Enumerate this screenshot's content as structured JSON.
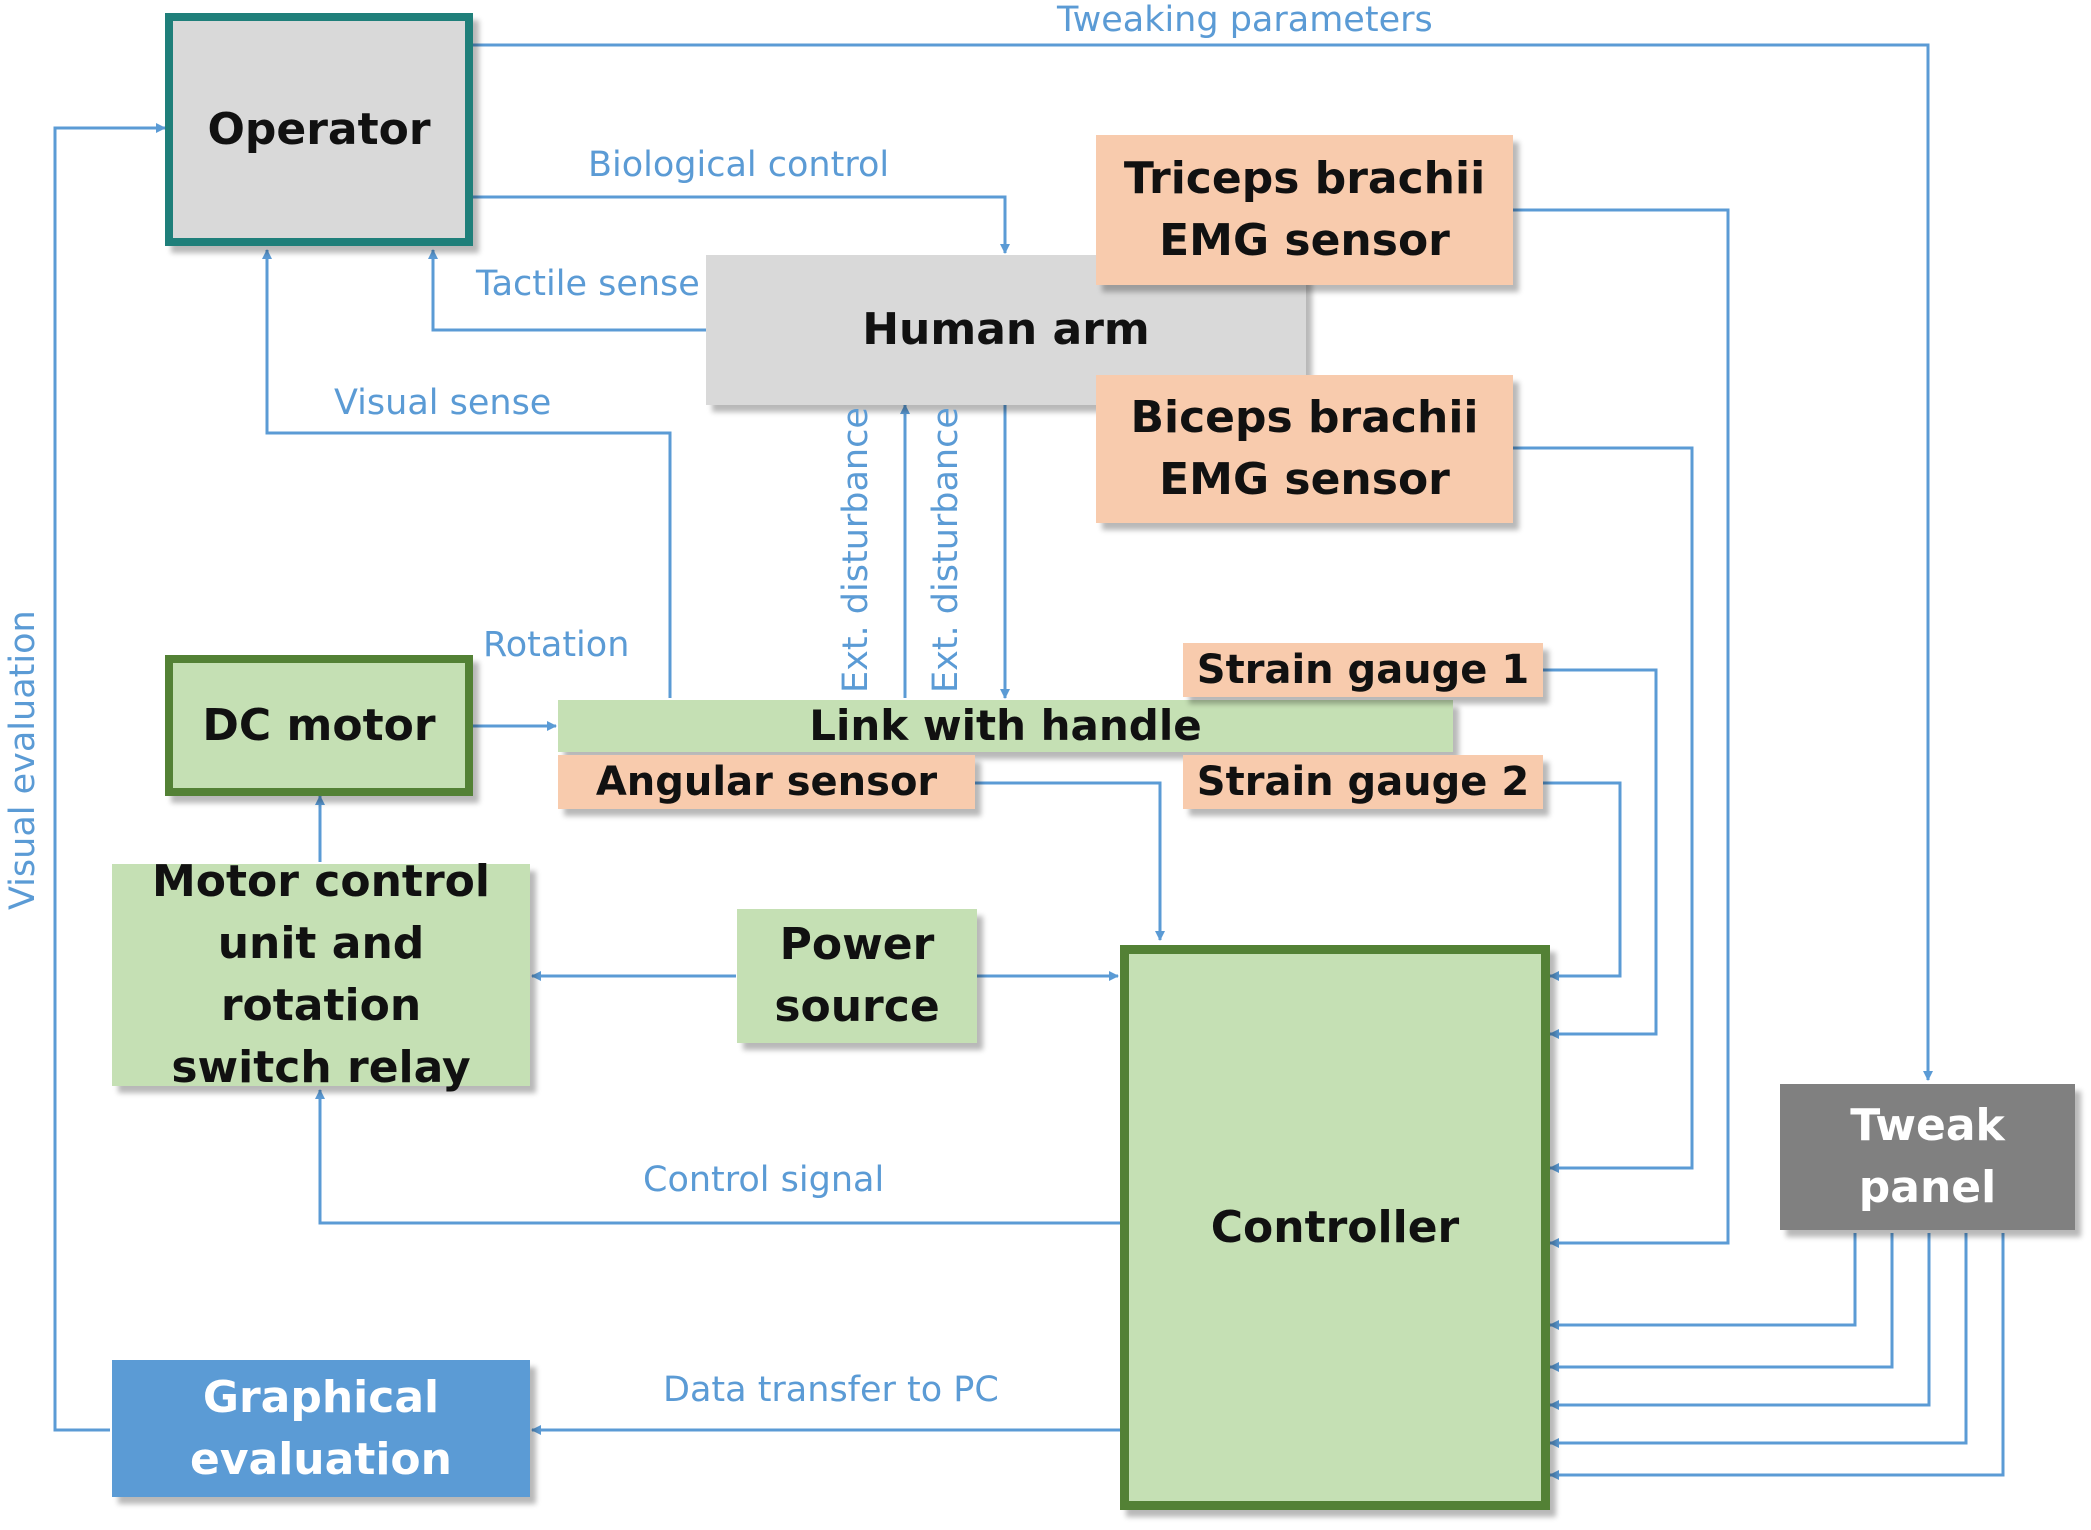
{
  "blocks": {
    "operator": "Operator",
    "human_arm": "Human arm",
    "triceps_line1": "Triceps brachii",
    "triceps_line2": "EMG sensor",
    "biceps_line1": "Biceps brachii",
    "biceps_line2": "EMG sensor",
    "strain_gauge_1": "Strain gauge 1",
    "strain_gauge_2": "Strain gauge 2",
    "link_with_handle": "Link with handle",
    "angular_sensor": "Angular sensor",
    "dc_motor": "DC motor",
    "motor_control_line1": "Motor control",
    "motor_control_line2": "unit and rotation",
    "motor_control_line3": "switch relay",
    "power_line1": "Power",
    "power_line2": "source",
    "controller": "Controller",
    "tweak_line1": "Tweak",
    "tweak_line2": "panel",
    "graphical_line1": "Graphical",
    "graphical_line2": "evaluation"
  },
  "labels": {
    "tweaking_parameters": "Tweaking parameters",
    "biological_control": "Biological control",
    "tactile_sense": "Tactile sense",
    "visual_sense": "Visual sense",
    "rotation": "Rotation",
    "ext_disturbance_up": "Ext. disturbance",
    "ext_disturbance_down": "Ext. disturbance",
    "visual_evaluation": "Visual evaluation",
    "control_signal": "Control signal",
    "data_transfer": "Data transfer to PC"
  },
  "colors": {
    "arrow": "#5b9bd5",
    "operator_border": "#1f7f7a",
    "green_border": "#538135"
  }
}
